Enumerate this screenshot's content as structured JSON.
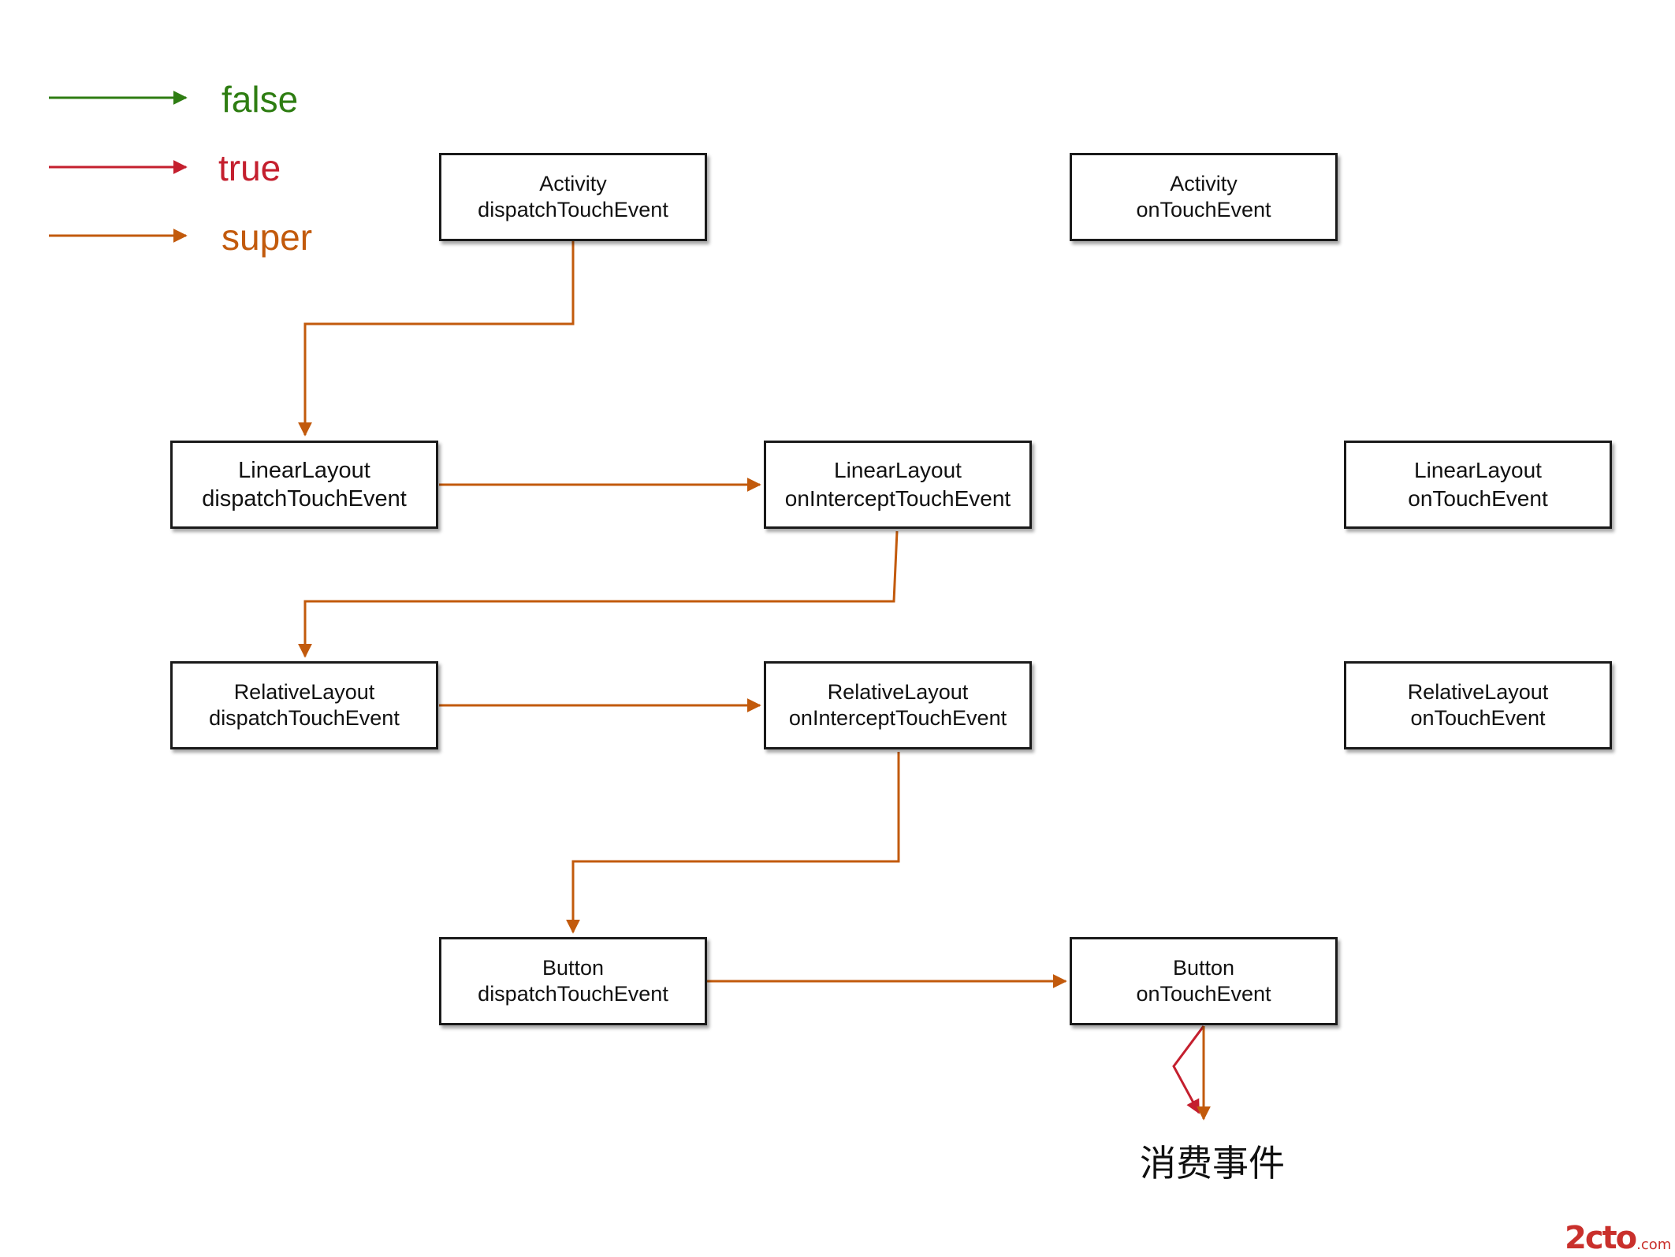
{
  "legend": [
    {
      "label": "false",
      "color": "#2e7d12"
    },
    {
      "label": "true",
      "color": "#c41f2e"
    },
    {
      "label": "super",
      "color": "#c25a0c"
    }
  ],
  "nodes": [
    {
      "id": "activity-dispatch",
      "line1": "Activity",
      "line2": "dispatchTouchEvent"
    },
    {
      "id": "activity-touch",
      "line1": "Activity",
      "line2": "onTouchEvent"
    },
    {
      "id": "linear-dispatch",
      "line1": "LinearLayout",
      "line2": "dispatchTouchEvent"
    },
    {
      "id": "linear-intercept",
      "line1": "LinearLayout",
      "line2": "onInterceptTouchEvent"
    },
    {
      "id": "linear-touch",
      "line1": "LinearLayout",
      "line2": "onTouchEvent"
    },
    {
      "id": "relative-dispatch",
      "line1": "RelativeLayout",
      "line2": "dispatchTouchEvent"
    },
    {
      "id": "relative-intercept",
      "line1": "RelativeLayout",
      "line2": "onInterceptTouchEvent"
    },
    {
      "id": "relative-touch",
      "line1": "RelativeLayout",
      "line2": "onTouchEvent"
    },
    {
      "id": "button-dispatch",
      "line1": "Button",
      "line2": "dispatchTouchEvent"
    },
    {
      "id": "button-touch",
      "line1": "Button",
      "line2": "onTouchEvent"
    }
  ],
  "edges": [
    {
      "from": "activity-dispatch",
      "to": "linear-dispatch",
      "kind": "super"
    },
    {
      "from": "linear-dispatch",
      "to": "linear-intercept",
      "kind": "super"
    },
    {
      "from": "linear-intercept",
      "to": "relative-dispatch",
      "kind": "super"
    },
    {
      "from": "relative-dispatch",
      "to": "relative-intercept",
      "kind": "super"
    },
    {
      "from": "relative-intercept",
      "to": "button-dispatch",
      "kind": "super"
    },
    {
      "from": "button-dispatch",
      "to": "button-touch",
      "kind": "super"
    },
    {
      "from": "button-touch",
      "to": "consume-event",
      "kind": "super"
    },
    {
      "from": "button-touch",
      "to": "consume-event",
      "kind": "true"
    }
  ],
  "caption": "消费事件",
  "watermark": {
    "mark": "2cto",
    "domain": ".com"
  }
}
